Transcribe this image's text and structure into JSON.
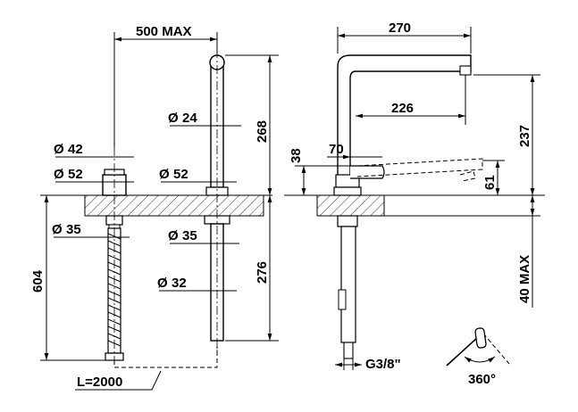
{
  "dimensions": {
    "spout_reach_max": "500 MAX",
    "spout_diameter": "24",
    "spout_height": "268",
    "lever_top_diameter": "42",
    "lever_base_diameter": "52",
    "spout_base_diameter": "52",
    "lever_shank_diameter": "35",
    "spout_shank_diameter": "35",
    "spout_tube_diameter": "32",
    "below_deck_length": "276",
    "hose_depth": "604",
    "hose_length": "L=2000",
    "total_reach": "270",
    "spray_reach": "226",
    "outlet_height": "237",
    "handle_offset": "70",
    "handle_height": "38",
    "lever_clearance": "61",
    "deck_thickness_max": "40 MAX",
    "thread": "G3/8\"",
    "rotation": "360°"
  },
  "diameter_symbol": "Ø"
}
